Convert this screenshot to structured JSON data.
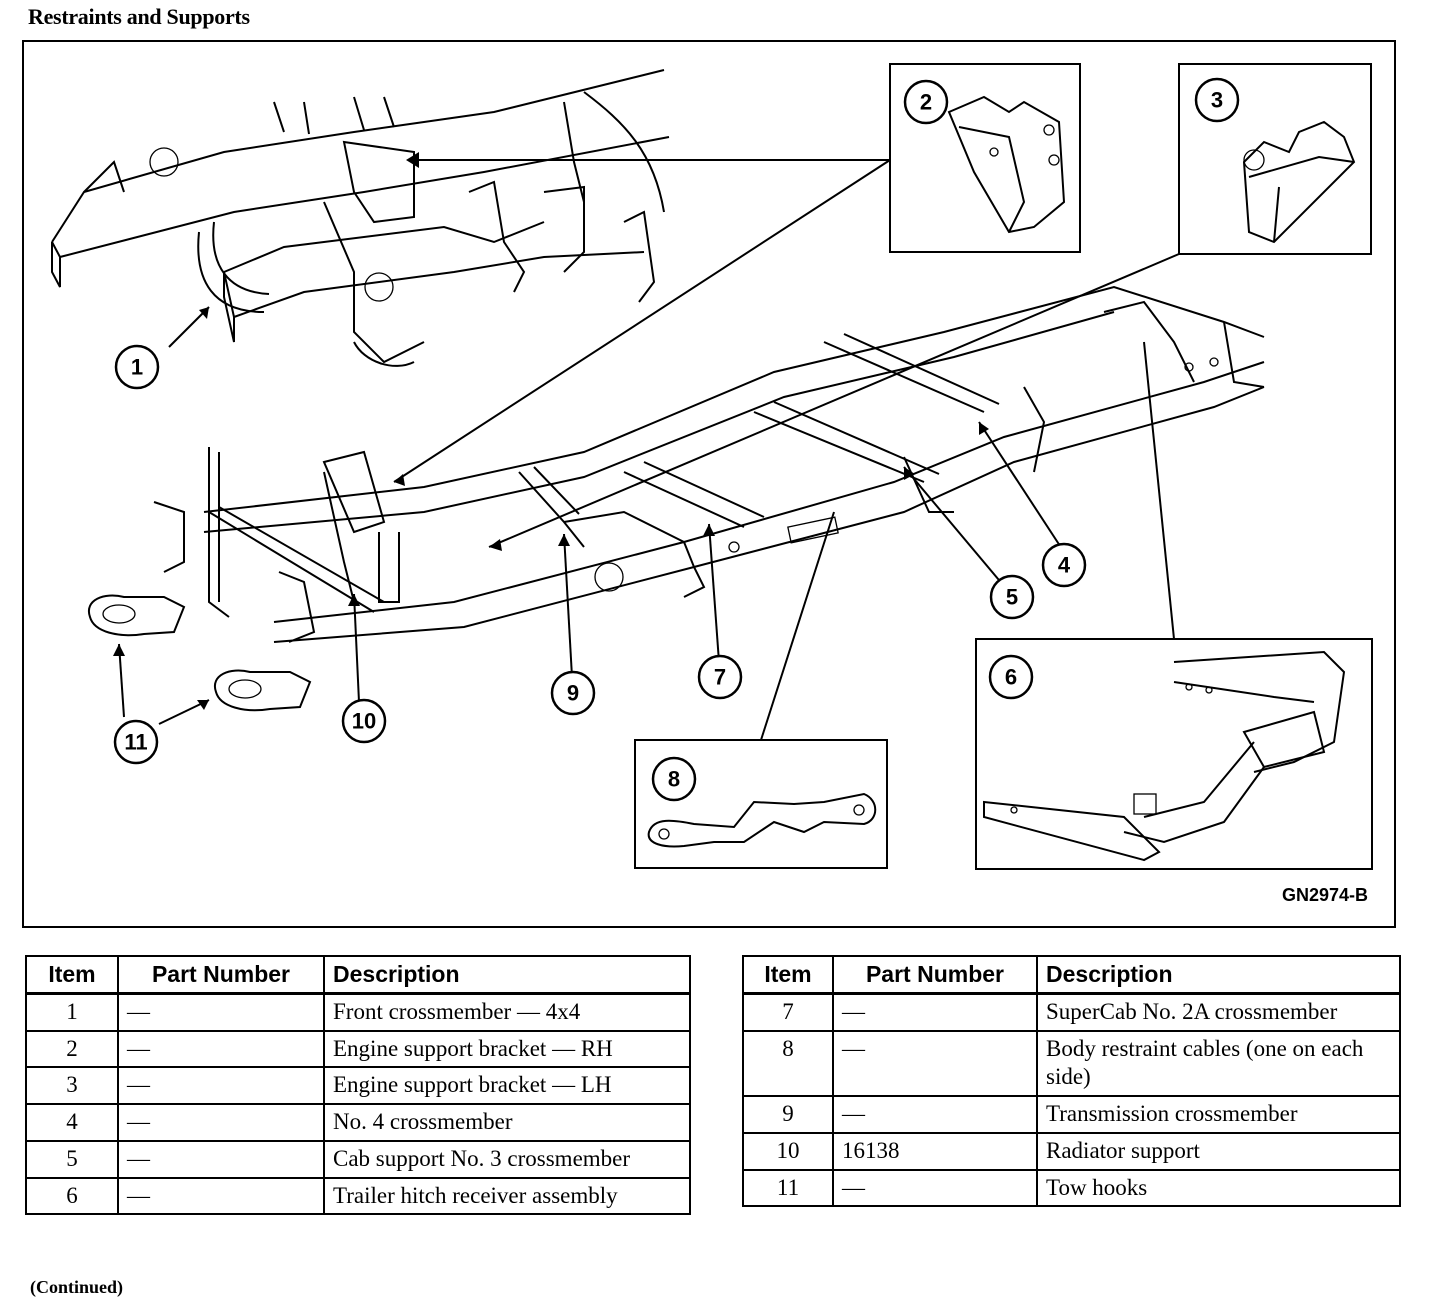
{
  "page_title": "Restraints and Supports",
  "figure": {
    "code": "GN2974-B",
    "callouts": [
      "1",
      "2",
      "3",
      "4",
      "5",
      "6",
      "7",
      "8",
      "9",
      "10",
      "11"
    ]
  },
  "tables": {
    "headers": {
      "item": "Item",
      "part_number": "Part Number",
      "description": "Description"
    },
    "left_rows": [
      {
        "item": "1",
        "part": "—",
        "desc": "Front crossmember — 4x4"
      },
      {
        "item": "2",
        "part": "—",
        "desc": "Engine support bracket — RH"
      },
      {
        "item": "3",
        "part": "—",
        "desc": "Engine support bracket — LH"
      },
      {
        "item": "4",
        "part": "—",
        "desc": "No. 4 crossmember"
      },
      {
        "item": "5",
        "part": "—",
        "desc": "Cab support No. 3 crossmember"
      },
      {
        "item": "6",
        "part": "—",
        "desc": "Trailer hitch receiver assembly"
      }
    ],
    "right_rows": [
      {
        "item": "7",
        "part": "—",
        "desc": "SuperCab No. 2A crossmember"
      },
      {
        "item": "8",
        "part": "—",
        "desc": "Body restraint cables (one on each side)"
      },
      {
        "item": "9",
        "part": "—",
        "desc": "Transmission crossmember"
      },
      {
        "item": "10",
        "part": "16138",
        "desc": "Radiator support"
      },
      {
        "item": "11",
        "part": "—",
        "desc": "Tow hooks"
      }
    ]
  },
  "footnote": "(Continued)"
}
